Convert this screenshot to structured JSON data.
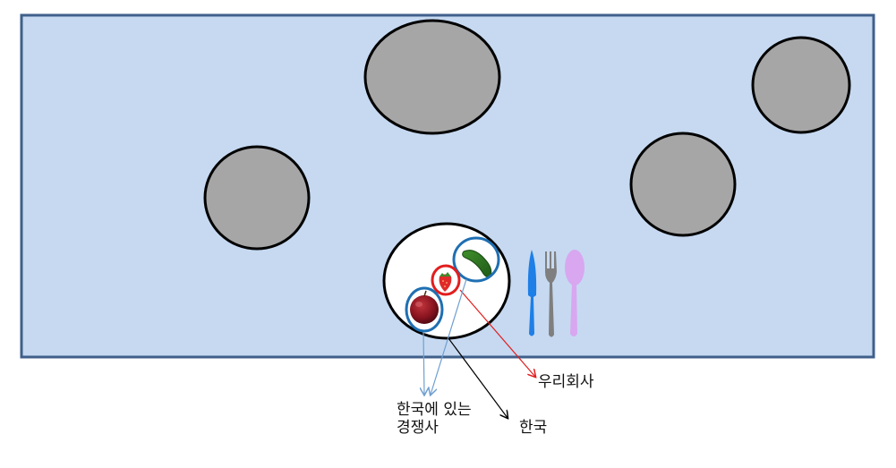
{
  "labels": {
    "our_company": "우리회사",
    "competitor_line1": "한국에 있는",
    "competitor_line2": "경쟁사",
    "korea": "한국"
  },
  "colors": {
    "table_fill": "#c6d9f1",
    "table_border": "#3f5f8a",
    "gray_plate": "#a6a6a6",
    "plate_outline": "#000000",
    "blue_ring": "#1f6fb2",
    "red_ring": "#e21d1d",
    "red_arrow": "#e21d1d",
    "blue_arrow": "#6f9fd0",
    "black_arrow": "#000000",
    "knife": "#1e7fe6",
    "fork": "#7f7f7f",
    "spoon": "#d8a7f0"
  },
  "icons": [
    "apple-icon",
    "strawberry-icon",
    "cucumber-icon",
    "knife-icon",
    "fork-icon",
    "spoon-icon"
  ]
}
